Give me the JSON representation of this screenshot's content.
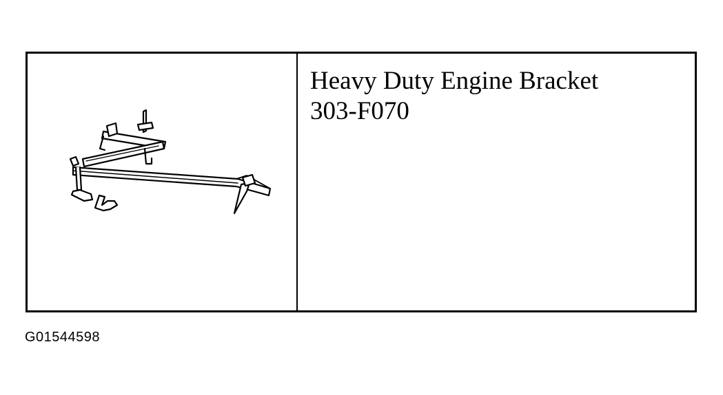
{
  "tool": {
    "name": "Heavy Duty Engine Bracket",
    "part_number": "303-F070",
    "illustration_icon": "engine-bracket-icon"
  },
  "figure": {
    "id": "G01544598"
  },
  "colors": {
    "line": "#000000",
    "background": "#ffffff"
  }
}
